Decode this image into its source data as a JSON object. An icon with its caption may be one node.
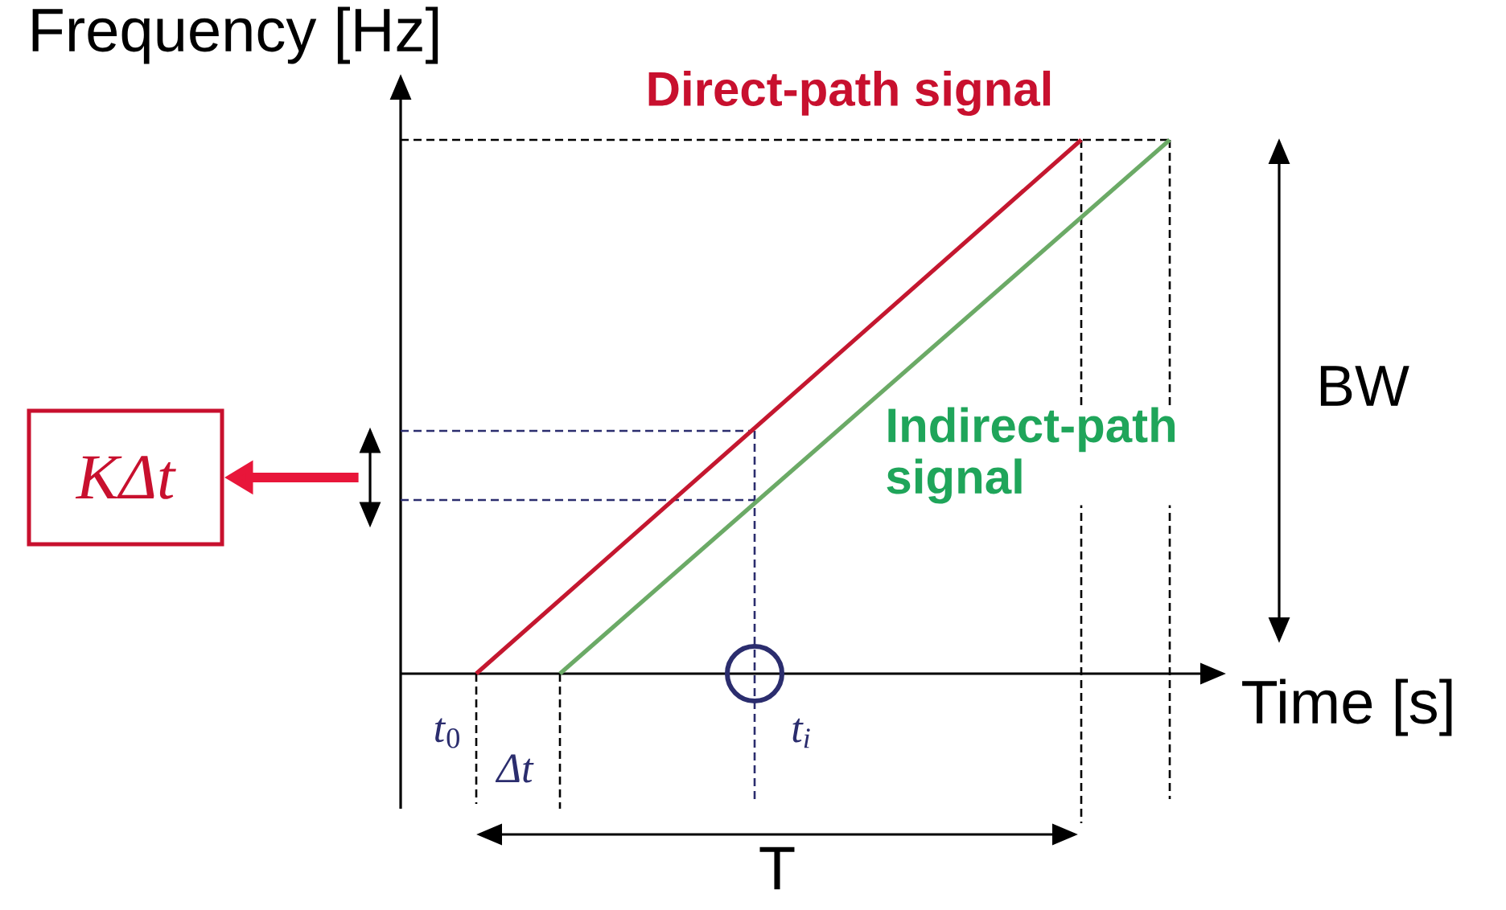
{
  "diagram": {
    "nodes": [
      {
        "text": [
          "KΔt"
        ]
      },
      {
        "text": [],
        "shape": "arrow"
      }
    ],
    "edges": [
      {
        "from": 1,
        "to": 0,
        "arrow": "to"
      }
    ],
    "labels": [
      "Frequency [Hz]",
      "Direct-path signal",
      "BW",
      "Indirect-path signal",
      "Time [s]",
      "*t*$_{0}$",
      "Δt",
      "t$_{i}$",
      "T"
    ]
  }
}
